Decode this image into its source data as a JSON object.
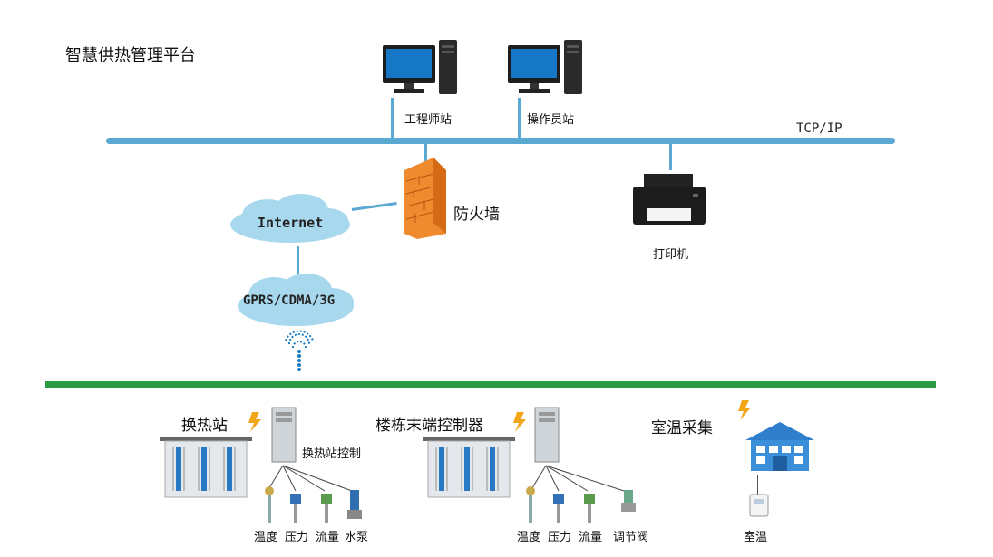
{
  "title": "智慧供热管理平台",
  "network": {
    "protocol": "TCP/IP",
    "internet": "Internet",
    "wireless": "GPRS/CDMA/3G",
    "firewall": "防火墙"
  },
  "workstations": [
    {
      "label": "工程师站"
    },
    {
      "label": "操作员站"
    }
  ],
  "printer": {
    "label": "打印机"
  },
  "field": {
    "station": {
      "title": "换热站",
      "controller_label": "换热站控制",
      "devices": [
        "温度",
        "压力",
        "流量",
        "水泵"
      ]
    },
    "building": {
      "title": "楼栋末端控制器",
      "devices": [
        "温度",
        "压力",
        "流量",
        "调节阀"
      ]
    },
    "room": {
      "title": "室温采集",
      "device": "室温"
    }
  },
  "colors": {
    "bus_blue": "#5aa9d3",
    "bus_green": "#2b9a45",
    "cloud": "#a8d8ee",
    "firewall": "#f0862c"
  },
  "icons": [
    "computer-icon",
    "printer-icon",
    "firewall-icon",
    "cloud-icon",
    "antenna-icon",
    "cabinet-icon",
    "lightning-icon",
    "house-icon",
    "sensor-icon"
  ]
}
